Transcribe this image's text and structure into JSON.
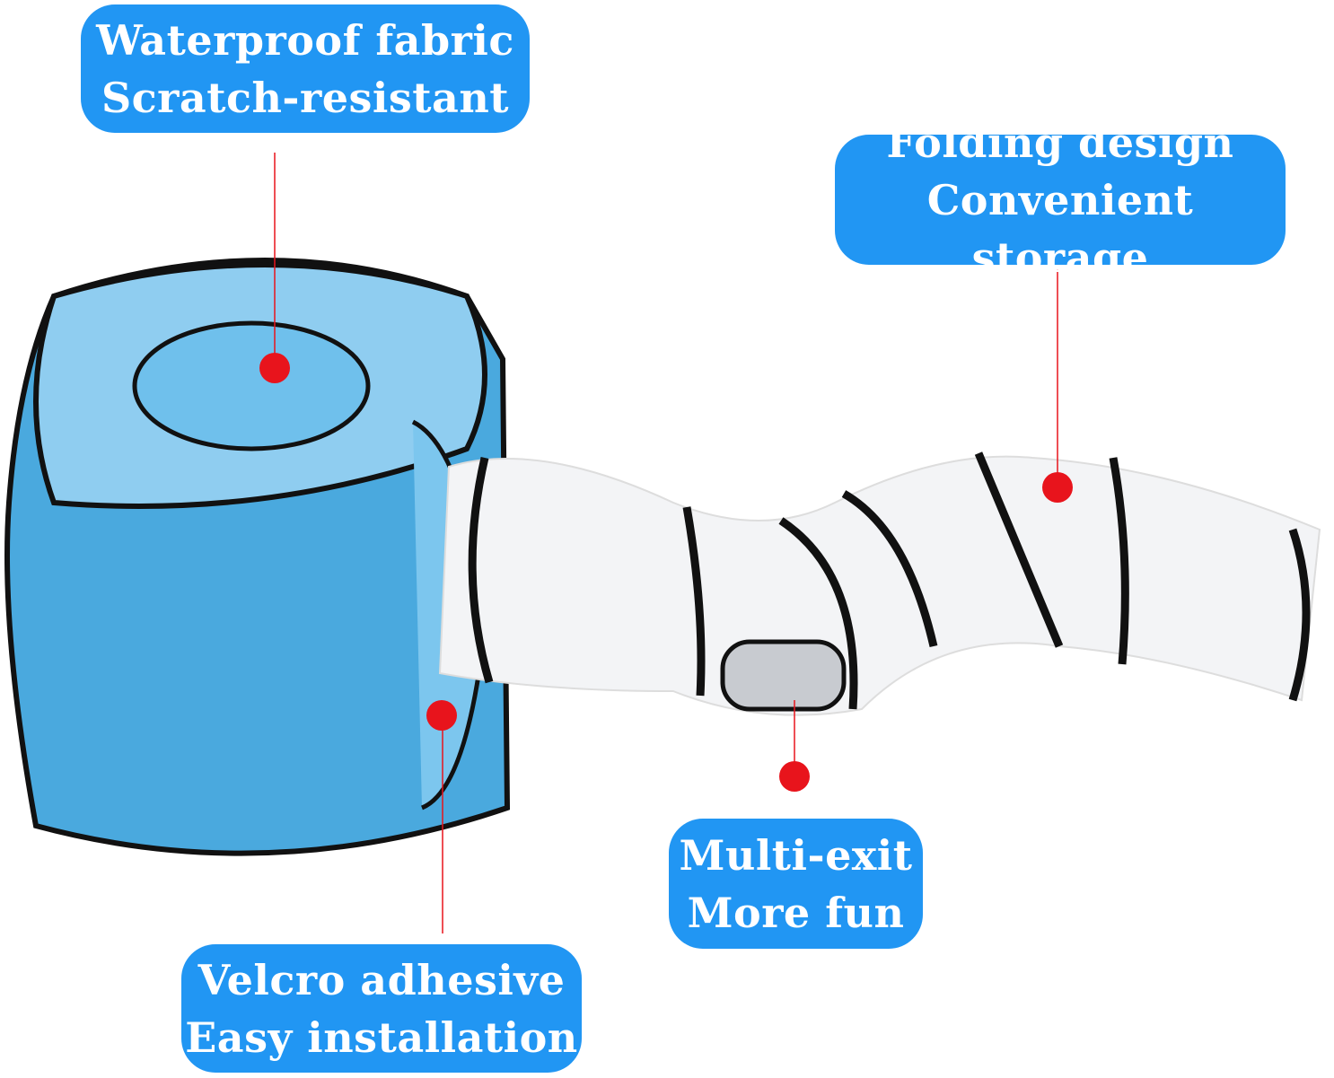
{
  "colors": {
    "label_bg": "#2196f3",
    "label_text": "#ffffff",
    "pointer": "#e8141c",
    "cube_blue": "#4db0e6",
    "tunnel_white": "#f4f5f7",
    "trim": "#111111"
  },
  "callouts": [
    {
      "line1": "Waterproof fabric",
      "line2": "Scratch-resistant"
    },
    {
      "line1": "Folding design",
      "line2": "Convenient storage"
    },
    {
      "line1": "Multi-exit",
      "line2": "More fun"
    },
    {
      "line1": "Velcro adhesive",
      "line2": "Easy installation"
    }
  ]
}
